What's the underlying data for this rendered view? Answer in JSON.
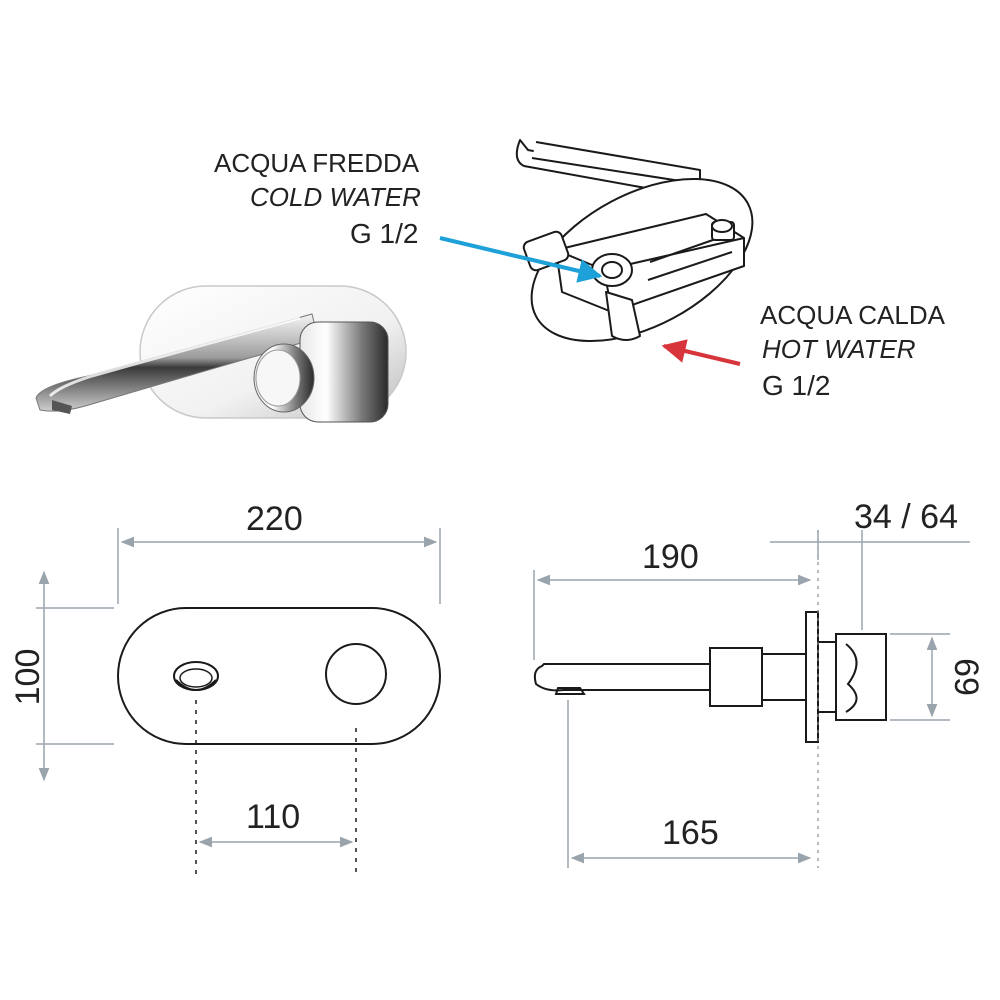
{
  "labels": {
    "cold_it": "ACQUA FREDDA",
    "cold_en": "COLD WATER",
    "cold_thread": "G 1/2",
    "hot_it": "ACQUA CALDA",
    "hot_en": "HOT WATER",
    "hot_thread": "G 1/2"
  },
  "dimensions": {
    "plate_width": "220",
    "plate_height": "100",
    "centers": "110",
    "spout_length": "190",
    "body_depth": "34 / 64",
    "spout_reach": "165",
    "body_height": "69"
  },
  "colors": {
    "cold": "#1ea0d8",
    "hot": "#d8343c",
    "dim_line": "#9aa4ad",
    "line": "#1a1a1a"
  }
}
